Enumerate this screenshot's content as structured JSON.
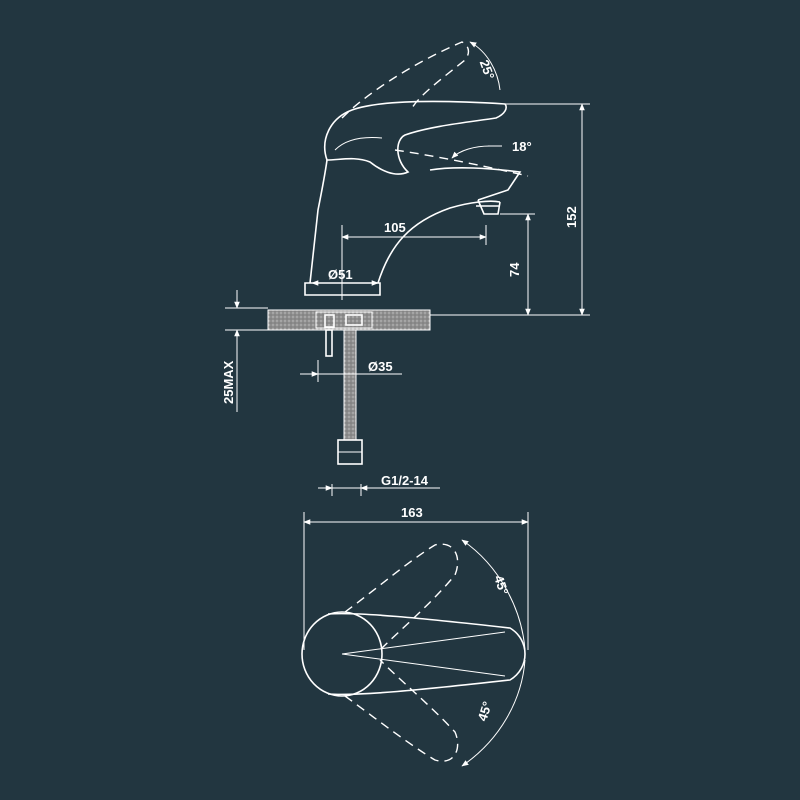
{
  "colors": {
    "background": "#223640",
    "lines": "#ffffff",
    "plate": "#9a9a9a"
  },
  "dimensions": {
    "lever_up_angle": "25°",
    "lever_down_angle": "18°",
    "spout_reach": "105",
    "spout_height": "74",
    "total_height": "152",
    "base_diameter": "Ø51",
    "max_thickness": "25MAX",
    "shank_diameter": "Ø35",
    "connection_thread": "G1/2-14",
    "total_length": "163",
    "rotation_left": "45°",
    "rotation_right": "45°"
  }
}
